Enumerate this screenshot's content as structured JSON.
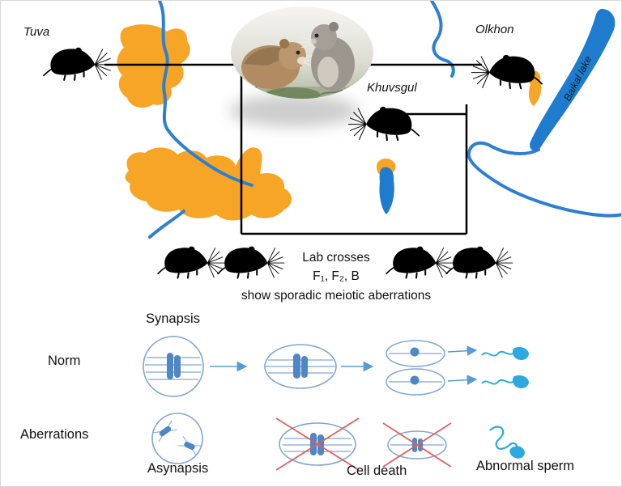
{
  "figure": {
    "map": {
      "tuva_label": "Tuva",
      "olkhon_label": "Olkhon",
      "khuvsgul_label": "Khuvsgul",
      "baikal_label": "Baikal lake"
    },
    "lab_crosses": {
      "line1": "Lab crosses",
      "line2": "F₁, F₂, B",
      "line3": "show sporadic meiotic aberrations"
    },
    "meiosis": {
      "synapsis": "Synapsis",
      "norm": "Norm",
      "aberrations": "Aberrations",
      "asynapsis": "Asynapsis",
      "cell_death": "Cell death",
      "abnormal_sperm": "Abnormal sperm"
    }
  },
  "icons": {
    "mouse_silhouette": "black vole silhouette with whiskers",
    "hamsters_photo": "oval photo of two hamsters",
    "sperm_icon": "blue sperm cell",
    "red_cross_icon": "red X over dying cell"
  },
  "colors": {
    "land_orange": "#F6A527",
    "lake_blue": "#1F7BCE",
    "river_blue": "#2E7FD1",
    "cell_outline_blue": "#7FA6D6",
    "chromosome_blue": "#4E86C6",
    "sperm_blue": "#2BA9E0",
    "death_cross_red": "#E0605C",
    "silhouette_black": "#000000"
  }
}
